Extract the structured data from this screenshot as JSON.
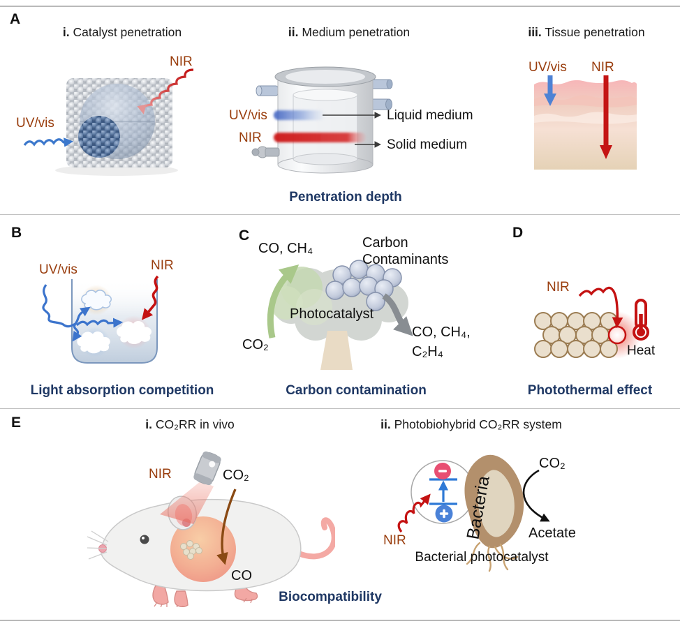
{
  "A": {
    "label": "A",
    "caption": "Penetration depth",
    "sub_i": {
      "prefix": "i.",
      "title": "Catalyst penetration",
      "nir": "NIR",
      "uvvis": "UV/vis"
    },
    "sub_ii": {
      "prefix": "ii.",
      "title": "Medium penetration",
      "nir": "NIR",
      "uvvis": "UV/vis",
      "liquid_label": "Liquid medium",
      "solid_label": "Solid medium"
    },
    "sub_iii": {
      "prefix": "iii.",
      "title": "Tissue penetration",
      "nir": "NIR",
      "uvvis": "UV/vis"
    }
  },
  "B": {
    "label": "B",
    "caption": "Light absorption competition",
    "nir": "NIR",
    "uvvis": "UV/vis"
  },
  "C": {
    "label": "C",
    "caption": "Carbon contamination",
    "products_left": "CO, CH₄",
    "contaminants_line1": "Carbon",
    "contaminants_line2": "Contaminants",
    "co2": "CO₂",
    "photocatalyst": "Photocatalyst",
    "products_right_line1": "CO, CH₄,",
    "products_right_line2": "C₂H₄"
  },
  "D": {
    "label": "D",
    "caption": "Photothermal effect",
    "nir": "NIR",
    "heat": "Heat"
  },
  "E": {
    "label": "E",
    "caption": "Biocompatibility",
    "sub_i": {
      "prefix": "i.",
      "title": "CO₂RR in vivo",
      "nir": "NIR",
      "co2": "CO₂",
      "co": "CO"
    },
    "sub_ii": {
      "prefix": "ii.",
      "title": "Photobiohybrid CO₂RR system",
      "nir": "NIR",
      "co2": "CO₂",
      "acetate": "Acetate",
      "bacteria": "Bacteria",
      "caption": "Bacterial photocatalyst"
    }
  },
  "colors": {
    "nir_label_brown": "#993d0d",
    "caption_navy": "#1f3864",
    "nir_red": "#c41212",
    "uv_blue": "#3c78cc",
    "divider_gray": "#b9b9b9"
  }
}
